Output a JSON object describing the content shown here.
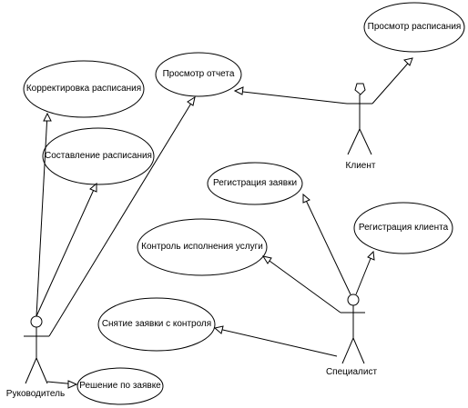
{
  "actors": {
    "client": "Клиент",
    "manager": "Руководитель",
    "specialist": "Специалист"
  },
  "use_cases": {
    "view_schedule": "Просмотр расписания",
    "view_report": "Просмотр отчета",
    "edit_schedule": "Корректировка расписания",
    "make_schedule": "Составление расписания",
    "register_request": "Регистрация заявки",
    "register_client": "Регистрация клиента",
    "control_service": "Контроль исполнения услуги",
    "remove_control": "Снятие заявки с контроля",
    "decide_request": "Решение по заявке"
  }
}
